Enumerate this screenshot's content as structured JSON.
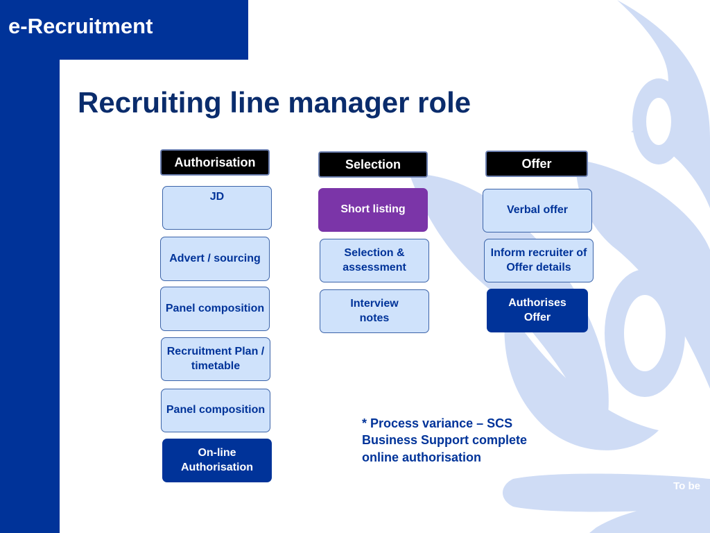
{
  "app_title": "e-Recruitment",
  "slide_title": "Recruiting line manager role",
  "columns": {
    "authorisation": {
      "header": "Authorisation",
      "items": [
        "JD",
        "Advert / sourcing",
        "Panel composition",
        "Recruitment Plan / timetable",
        "Panel composition",
        "On-line Authorisation"
      ]
    },
    "selection": {
      "header": "Selection",
      "items": [
        "Short listing",
        "Selection & assessment",
        "Interview notes"
      ]
    },
    "offer": {
      "header": "Offer",
      "items": [
        "Verbal offer",
        "Inform recruiter of Offer details",
        "Authorises Offer"
      ]
    }
  },
  "note": "* Process variance – SCS Business Support complete online authorisation",
  "footer_tag": "To be",
  "colors": {
    "brand_blue": "#003399",
    "title_navy": "#0a2c6c",
    "node_fill": "#cfe2fb",
    "highlight_purple": "#7b35a8",
    "header_black": "#000000"
  }
}
